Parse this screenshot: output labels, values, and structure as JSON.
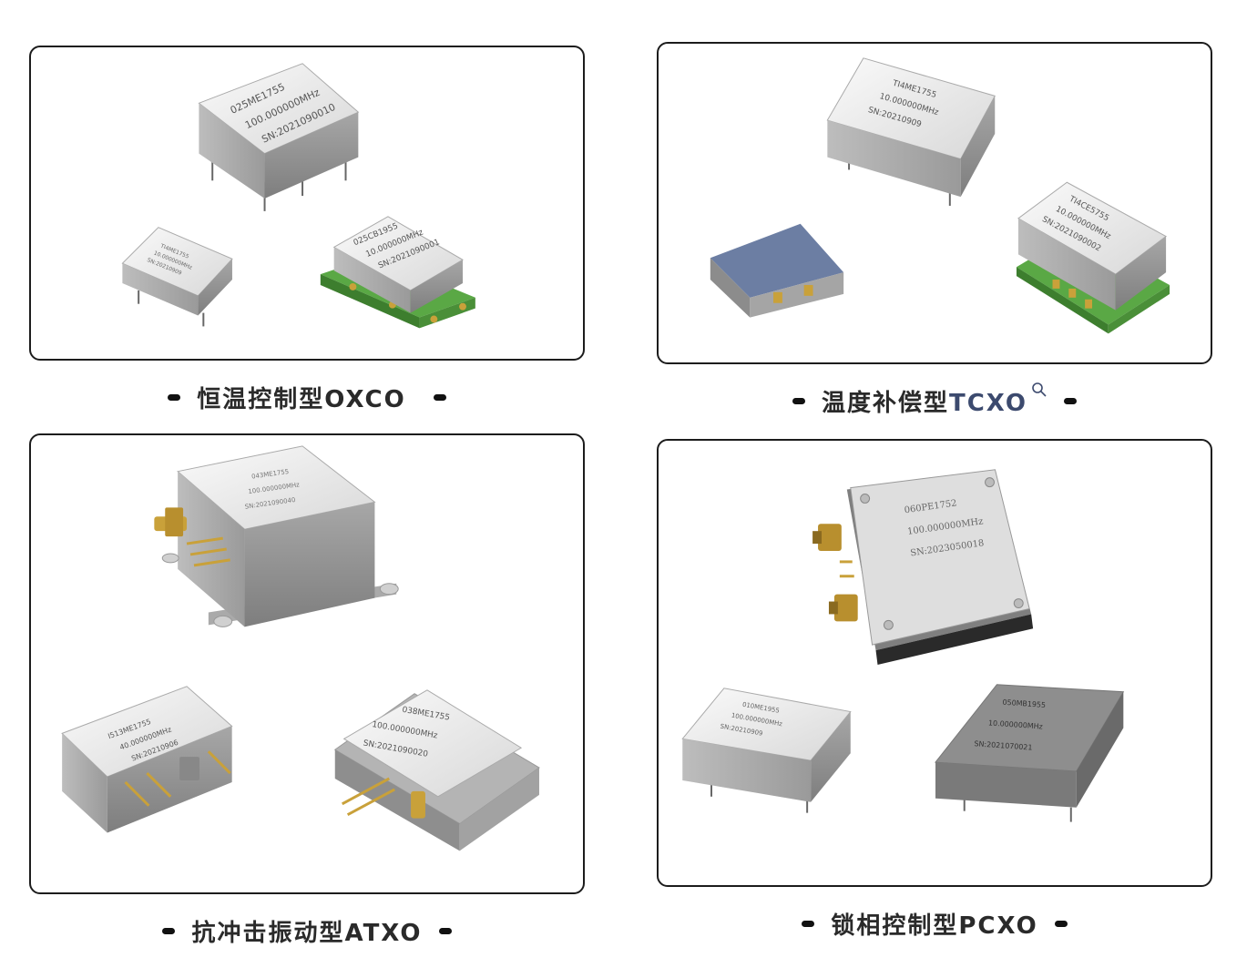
{
  "sections": [
    {
      "id": "oxco",
      "label_cn": "恒温控制型",
      "label_tag": "OXCO",
      "products": [
        {
          "lines": [
            "025ME1755",
            "100.000000MHz",
            "SN:2021090010"
          ]
        },
        {
          "lines": [
            "TI4ME1755",
            "10.000000MHz",
            "SN:20210909"
          ]
        },
        {
          "lines": [
            "025CB1955",
            "10.000000MHz",
            "SN:2021090001"
          ]
        }
      ]
    },
    {
      "id": "tcxo",
      "label_cn": "温度补偿型",
      "label_tag": "TCXO",
      "products": [
        {
          "lines": [
            "TI4ME1755",
            "10.000000MHz",
            "SN:20210909"
          ]
        },
        {
          "lines": []
        },
        {
          "lines": [
            "TI4CE5755",
            "10.000000MHz",
            "SN:2021090002"
          ]
        }
      ]
    },
    {
      "id": "atxo",
      "label_cn": "抗冲击振动型",
      "label_tag": "ATXO",
      "products": [
        {
          "lines": [
            "043ME1755",
            "100.000000MHz",
            "SN:2021090040"
          ]
        },
        {
          "lines": [
            "I513ME1755",
            "40.000000MHz",
            "SN:20210906"
          ]
        },
        {
          "lines": [
            "038ME1755",
            "100.000000MHz",
            "SN:2021090020"
          ]
        }
      ]
    },
    {
      "id": "pcxo",
      "label_cn": "锁相控制型",
      "label_tag": "PCXO",
      "products": [
        {
          "lines": [
            "060PE1752",
            "100.000000MHz",
            "SN:2023050018"
          ]
        },
        {
          "lines": [
            "010ME1955",
            "100.000000MHz",
            "SN:20210909"
          ]
        },
        {
          "lines": [
            "050MB1955",
            "10.000000MHz",
            "SN:2021070021"
          ]
        }
      ]
    }
  ],
  "colors": {
    "border": "#1c1c1c",
    "caption_text": "#2a2a2a",
    "tcxo_accent": "#3c4a6e",
    "pcb_green": "#5aa845",
    "metal": "#c9c9c9",
    "gold": "#c9a13a"
  },
  "icons": {
    "search": "search-icon",
    "logo": "brand-logo-icon"
  }
}
